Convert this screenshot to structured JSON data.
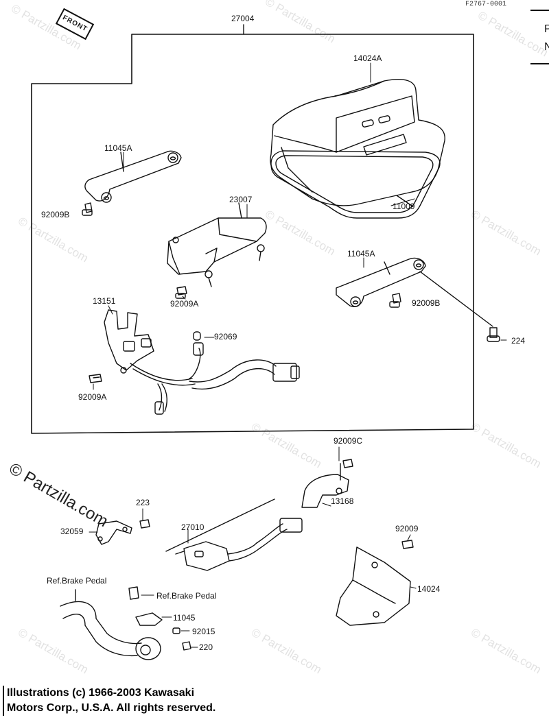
{
  "figure_code": "F2767-0001",
  "legend": {
    "line1": "P",
    "line2": "N"
  },
  "front_label": "FRONT",
  "watermark": {
    "main": "© Partzilla.com",
    "repeat": "© Partzilla.com"
  },
  "footer": {
    "line1": "Illustrations (c) 1966-2003 Kawasaki",
    "line2": "Motors Corp., U.S.A.  All rights reserved."
  },
  "parts": {
    "p27004": "27004",
    "p14024A": "14024A",
    "p11045A_left": "11045A",
    "p92009B_left": "92009B",
    "p23007": "23007",
    "p11009": "11009",
    "p11045A_right": "11045A",
    "p92009A_mid": "92009A",
    "p92009B_right": "92009B",
    "p13151": "13151",
    "p92069": "92069",
    "p224": "224",
    "p92009A_low": "92009A",
    "p92009C": "92009C",
    "p13168": "13168",
    "p223": "223",
    "p32059": "32059",
    "p27010": "27010",
    "p92009": "92009",
    "pRefBrake1": "Ref.Brake Pedal",
    "pRefBrake2": "Ref.Brake Pedal",
    "p14024": "14024",
    "p11045": "11045",
    "p92015": "92015",
    "p220": "220"
  }
}
